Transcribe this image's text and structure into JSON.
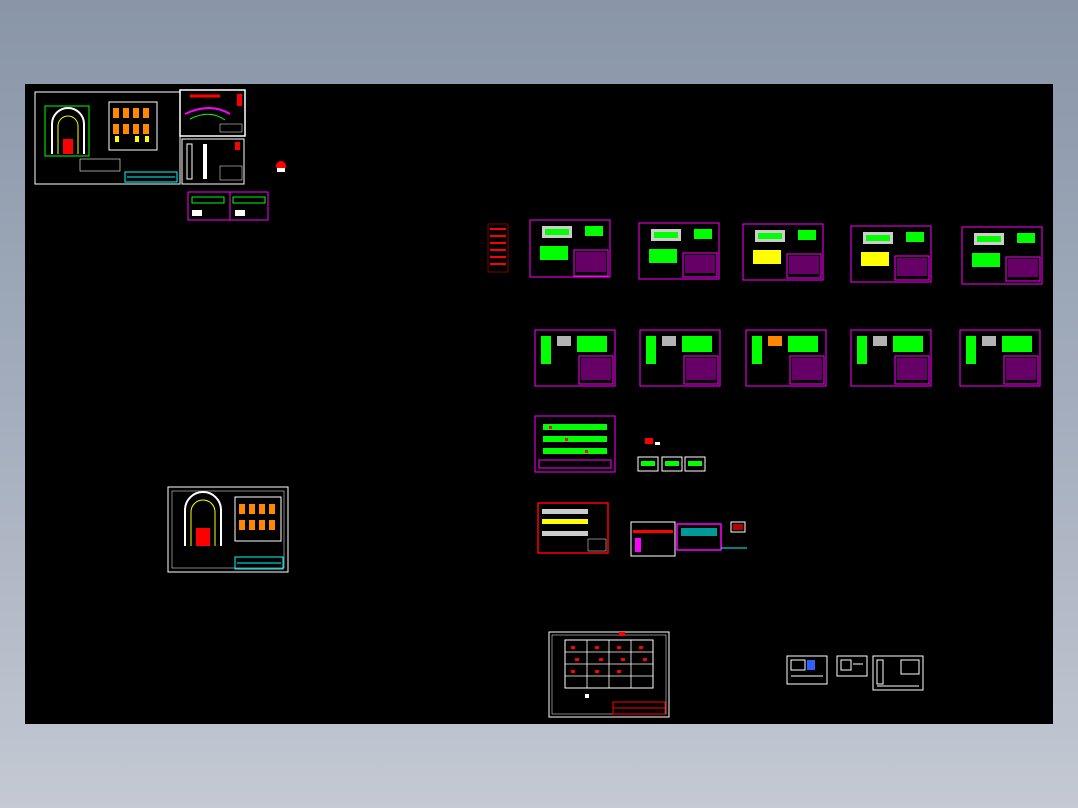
{
  "drawing_area": {
    "background": "#000000"
  },
  "colors": {
    "magenta": "#ff00ff",
    "white": "#ffffff",
    "green": "#00ff00",
    "red": "#ff0000",
    "yellow": "#ffff00",
    "cyan": "#00ffff",
    "blue": "#3060ff"
  },
  "sheets": {
    "row1_count": 5,
    "row2_count": 5,
    "small_titleblocks": 3
  }
}
